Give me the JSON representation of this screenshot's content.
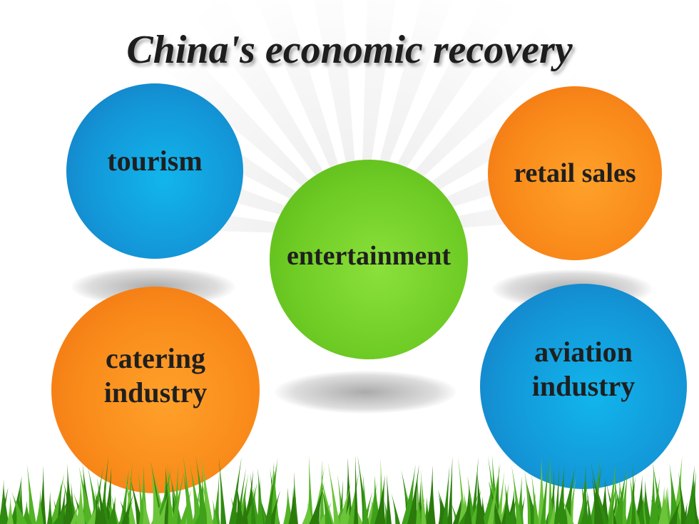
{
  "title": "China's economic recovery",
  "nodes": [
    {
      "id": "tourism",
      "lines": [
        "tourism"
      ],
      "color": "blue"
    },
    {
      "id": "retail-sales",
      "lines": [
        "retail sales"
      ],
      "color": "orange"
    },
    {
      "id": "entertainment",
      "lines": [
        "entertainment"
      ],
      "color": "green"
    },
    {
      "id": "catering-industry",
      "lines": [
        "catering",
        "industry"
      ],
      "color": "orange"
    },
    {
      "id": "aviation-industry",
      "lines": [
        "aviation",
        "industry"
      ],
      "color": "blue"
    }
  ],
  "colors": {
    "blue": "#1397d8",
    "orange": "#f98a1a",
    "green": "#6fcc25",
    "grass": "#3fa11a"
  }
}
